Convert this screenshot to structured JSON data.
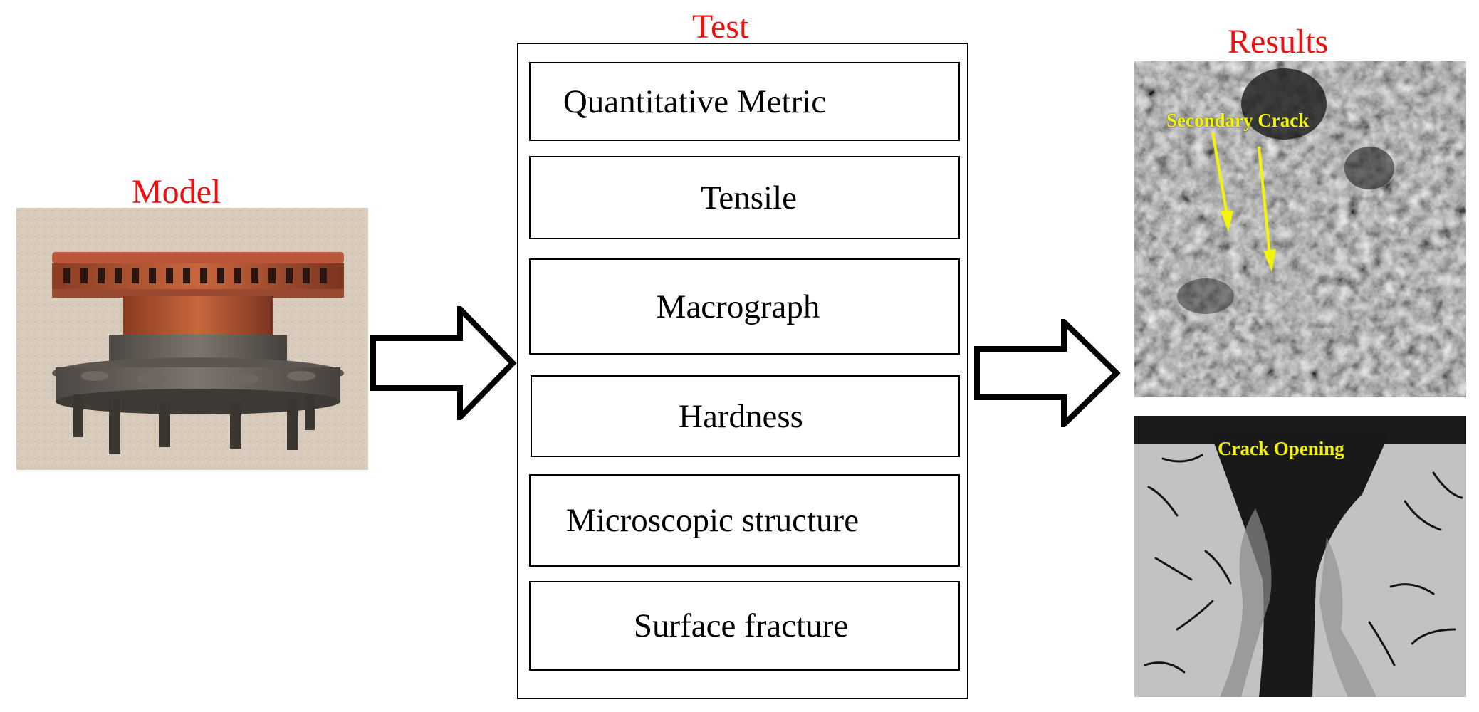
{
  "model": {
    "title": "Model"
  },
  "test": {
    "title": "Test",
    "items": [
      "Quantitative Metric",
      "Tensile",
      "Macrograph",
      "Hardness",
      "Microscopic structure",
      "Surface fracture"
    ]
  },
  "results": {
    "title": "Results",
    "sem_label": "Secondary Crack",
    "optical_label": "Crack Opening"
  },
  "colors": {
    "title": "#ee1111",
    "annotation": "#f4f40a",
    "box_border": "#000000"
  }
}
